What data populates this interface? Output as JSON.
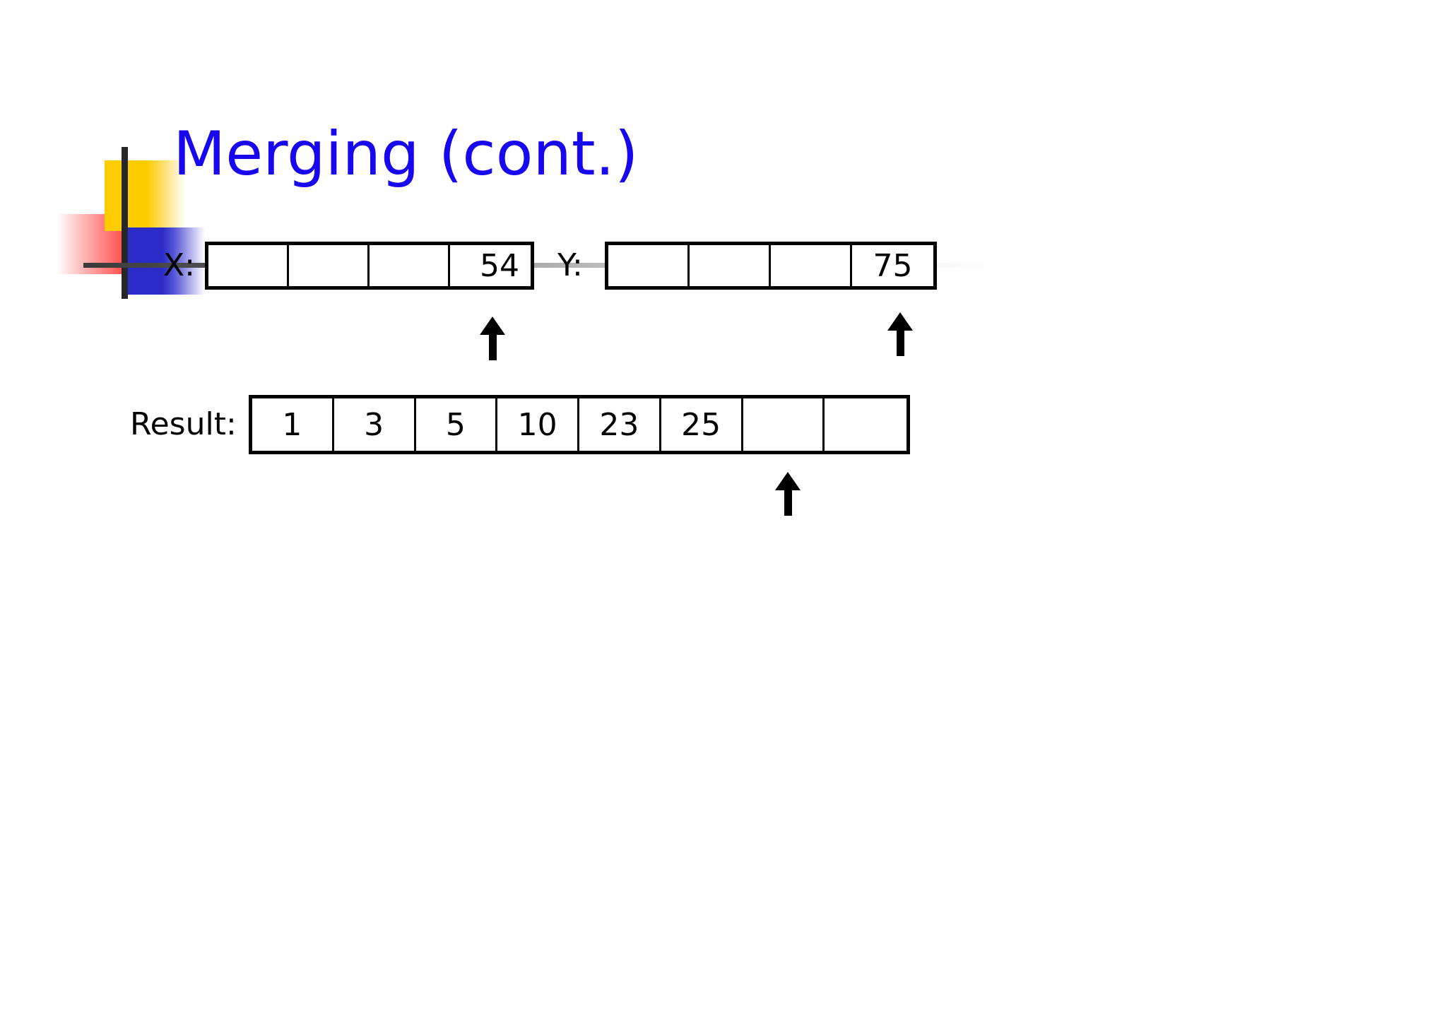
{
  "slide": {
    "title": "Merging (cont.)",
    "title_color": "#1906F0",
    "background_color": "#FFFFFF",
    "decoration": {
      "yellow_color": "#FFCC00",
      "red_color": "#FF2020",
      "blue_color": "#2B2BC8",
      "bar_color": "#262626"
    }
  },
  "arrays": {
    "x": {
      "label": "X:",
      "cells": [
        "",
        "",
        "",
        "54"
      ],
      "pointer_index": 3
    },
    "y": {
      "label": "Y:",
      "cells": [
        "",
        "",
        "",
        "75"
      ],
      "pointer_index": 3
    },
    "result": {
      "label": "Result:",
      "cells": [
        "1",
        "3",
        "5",
        "10",
        "23",
        "25",
        "",
        ""
      ],
      "pointer_index": 6
    }
  },
  "icons": {
    "arrow_up": "arrow-up-icon"
  }
}
